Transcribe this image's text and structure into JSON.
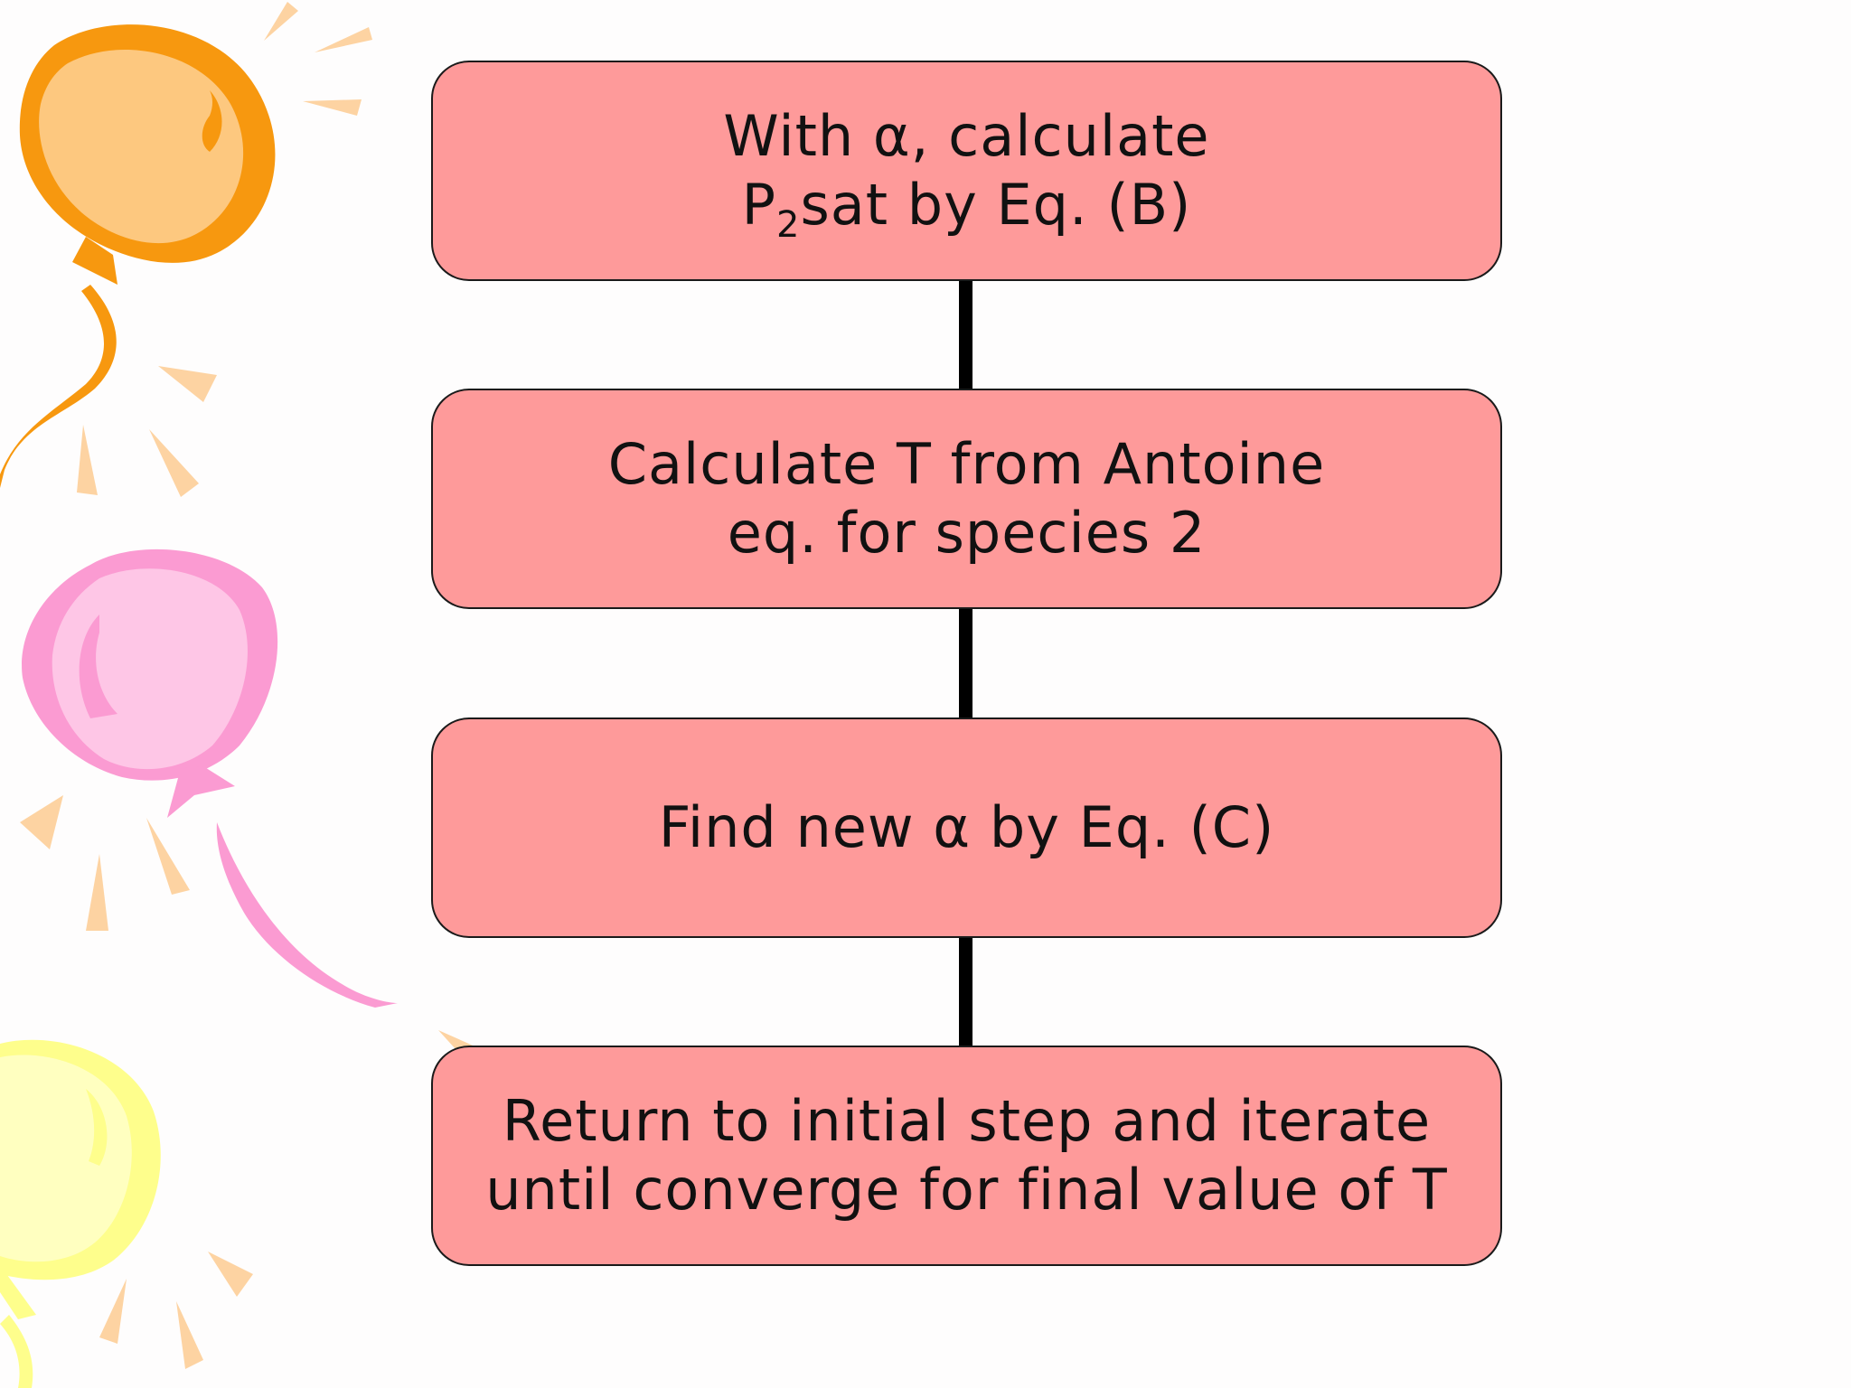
{
  "colors": {
    "background": "#fefdfd",
    "box_fill": "#fe9a9a",
    "box_border": "#1a1a1a",
    "connector": "#000000",
    "text": "#111111",
    "balloon_orange": "#f7980f",
    "balloon_orange_light": "#fdc87f",
    "balloon_pink": "#fb9bd2",
    "balloon_pink_light": "#fec6e6",
    "balloon_yellow": "#fefe8c",
    "balloon_yellow_light": "#ffffc0",
    "ray_color": "#fdd3a2"
  },
  "flowchart": {
    "steps": [
      {
        "line1": "With α, calculate",
        "line2_main": "P",
        "line2_sub": "2",
        "line2_rest": "sat by Eq. (B)"
      },
      {
        "line1": "Calculate T from Antoine",
        "line2": "eq. for species 2"
      },
      {
        "line1": "Find new α by Eq. (C)"
      },
      {
        "line1": "Return to initial step and iterate",
        "line2": "until converge for final value of T"
      }
    ]
  },
  "decorations": {
    "balloon_icons": [
      "orange-balloon-icon",
      "pink-balloon-icon",
      "yellow-balloon-icon"
    ]
  }
}
